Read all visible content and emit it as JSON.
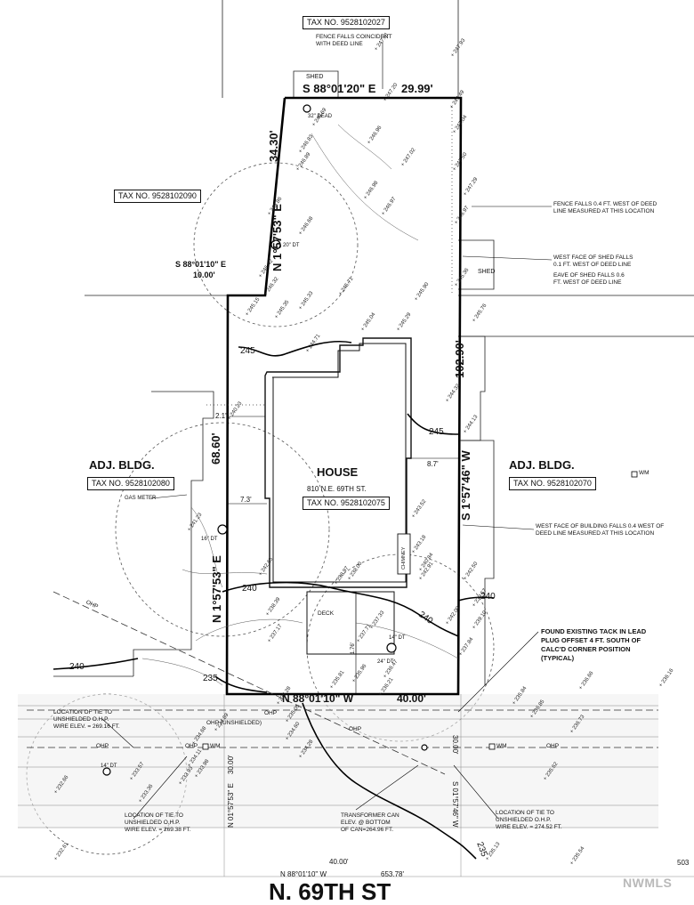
{
  "tax_parcels": {
    "north": "TAX NO. 9528102027",
    "west_upper": "TAX NO. 9528102090",
    "west_bldg": "TAX NO. 9528102080",
    "east_bldg": "TAX NO. 9528102070",
    "subject": "TAX NO. 9528102075"
  },
  "bearings": {
    "north_line": "S 88°01'20\" E",
    "north_dist": "29.99'",
    "west_upper": "N 1°57'53\" E",
    "west_upper_dist": "34.30'",
    "jog": "S 88°01'10\" E",
    "jog_dist": "10.00'",
    "west_lower": "N 1°57'53\" E",
    "west_lower_dist": "68.60'",
    "east_line": "S 1°57'46\" W",
    "east_dist": "102.90'",
    "south_line": "N 88°01'10\" W",
    "south_dist": "40.00'",
    "row_west": "N 01°57'53\" E",
    "row_west_dist": "30.00'",
    "row_east": "S 01°57'46\" W",
    "row_east_dist": "30.00'",
    "street_bearing": "N 88°01'10\" W",
    "street_dist1": "40.00'",
    "street_dist2": "653.78'"
  },
  "labels": {
    "shed_top": "SHED",
    "shed_east": "SHED",
    "house": "HOUSE",
    "house_address": "810 N.E. 69TH ST.",
    "adj_west": "ADJ. BLDG.",
    "adj_east": "ADJ. BLDG.",
    "deck": "DECK",
    "chimney": "CHIMNEY",
    "gas_meter": "GAS METER",
    "street": "N. 69TH ST",
    "watermark": "NWMLS",
    "sheet": "503",
    "dim_21": "2.1'",
    "dim_73": "7.3'",
    "dim_87": "8.7'",
    "dim_176": "1.76'"
  },
  "contours": [
    "245",
    "245",
    "240",
    "240",
    "240",
    "235",
    "235",
    "240"
  ],
  "trees": {
    "t32": "32\" DEAD",
    "t20": "20\" DT",
    "t16": "16\" DT",
    "t14": "14\" DT",
    "t24": "24\" DT",
    "t14b": "14\" DT"
  },
  "notes": {
    "fence_coincident": [
      "FENCE FALLS COINCIDENT",
      "WITH DEED LINE"
    ],
    "fence_west": [
      "FENCE FALLS 0.4 FT. WEST OF DEED",
      "LINE MEASURED AT THIS LOCATION"
    ],
    "shed_face": [
      "WEST FACE OF SHED FALLS",
      "0.1 FT. WEST OF DEED LINE"
    ],
    "shed_eave": [
      "EAVE OF SHED FALLS 0.6",
      "FT. WEST OF DEED LINE"
    ],
    "bldg_face": [
      "WEST FACE OF BUILDING FALLS 0.4 WEST OF",
      "DEED LINE MEASURED AT THIS LOCATION"
    ],
    "tack": [
      "FOUND EXISTING TACK IN LEAD",
      "PLUG OFFSET 4 FT. SOUTH OF",
      "CALC'D CORNER POSITION",
      "(TYPICAL)"
    ],
    "tie_a": [
      "LOCATION OF TIE TO",
      "UNSHIELDED O.H.P.",
      "WIRE ELEV. = 269.16 FT."
    ],
    "tie_b": [
      "LOCATION OF TIE TO",
      "UNSHIELDED O.H.P.",
      "WIRE ELEV. = 269.38 FT."
    ],
    "transformer": [
      "TRANSFORMER CAN",
      "ELEV. @ BOTTOM",
      "OF CAN=264.96 FT."
    ],
    "tie_c": [
      "LOCATION OF TIE TO",
      "UNSHIELDED O.H.P.",
      "WIRE ELEV. = 274.52 FT."
    ],
    "ohp_unshielded": "OHP (UNSHIELDED)"
  },
  "utilities": {
    "ohp": "OHP",
    "wm": "WM"
  },
  "spot_elevations": [
    "247.51",
    "247.93",
    "247.20",
    "247.49",
    "247.04",
    "246.69",
    "246.83",
    "246.96",
    "247.02",
    "246.89",
    "246.98",
    "246.97",
    "246.86",
    "246.68",
    "247.50",
    "247.29",
    "246.97",
    "246.42",
    "246.32",
    "245.71",
    "245.36",
    "245.15",
    "245.35",
    "245.33",
    "245.90",
    "245.04",
    "245.29",
    "245.76",
    "244.71",
    "244.32",
    "244.13",
    "243.52",
    "243.18",
    "242.91",
    "242.50",
    "242.65",
    "242.00",
    "241.23",
    "240.84",
    "240.23",
    "239.57",
    "239.10",
    "238.39",
    "238.97",
    "238.00",
    "237.84",
    "237.71",
    "237.33",
    "237.17",
    "236.47",
    "236.21",
    "236.66",
    "235.81",
    "235.96",
    "235.84",
    "235.28",
    "235.05",
    "234.89",
    "234.68",
    "234.60",
    "234.28",
    "234.11",
    "233.98",
    "233.93",
    "233.57",
    "233.36",
    "232.66",
    "232.61",
    "235.13",
    "235.54",
    "235.62",
    "236.85",
    "236.73",
    "236.16"
  ]
}
